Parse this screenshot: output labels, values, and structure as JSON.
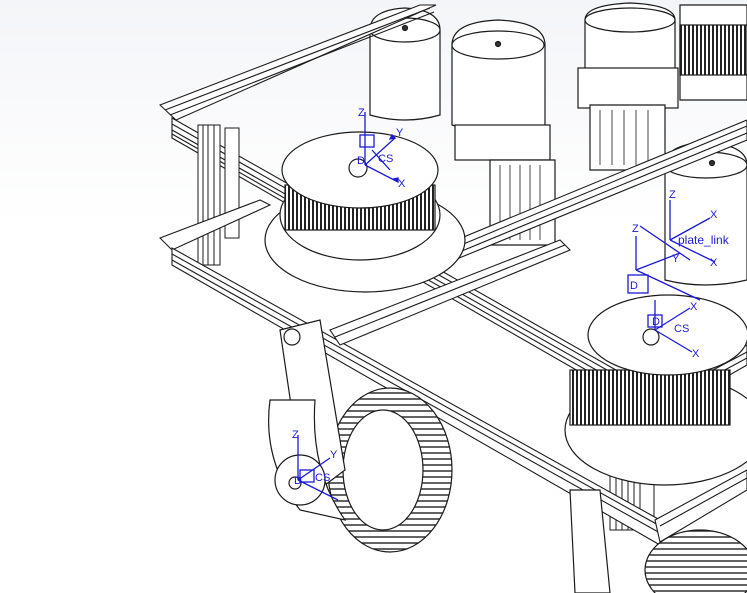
{
  "viewport": {
    "background_top": "#f4f5f8",
    "background_bottom": "#ffffff",
    "line_color": "#1b1b1b",
    "triad_color": "#1a1ad6"
  },
  "labels": {
    "axis_x": "X",
    "axis_y": "Y",
    "axis_z": "Z",
    "cs": "CS",
    "cs_prefix": "D",
    "plate_link": "plate_link"
  }
}
